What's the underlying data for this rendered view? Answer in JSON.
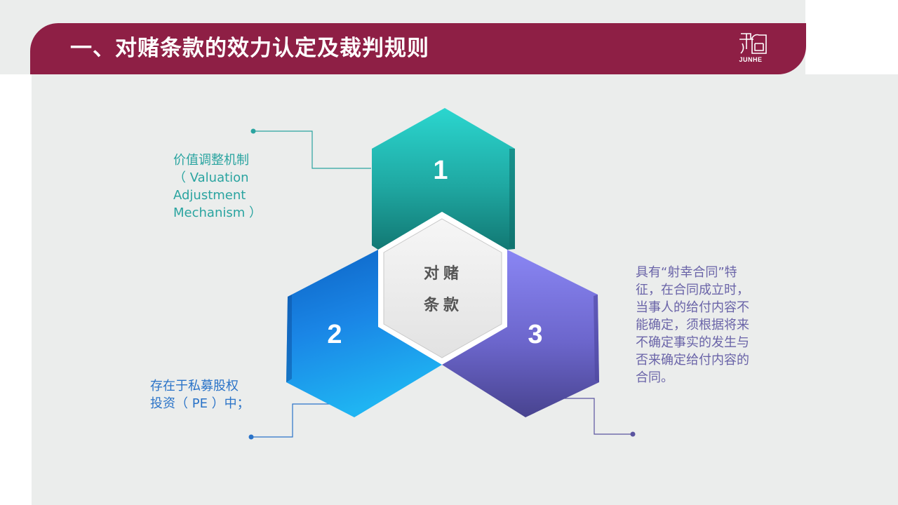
{
  "header": {
    "title": "一、对赌条款的效力认定及裁判规则",
    "logo_text": "JUNHE"
  },
  "diagram": {
    "center": [
      "对赌",
      "条款"
    ],
    "segments": [
      {
        "number": "1",
        "color": "#27c4be",
        "label_lines": [
          "价值调整机制",
          "（ Valuation",
          "Adjustment",
          "Mechanism ）"
        ]
      },
      {
        "number": "2",
        "color": "#1a7fe0",
        "label_lines": [
          "存在于私募股权",
          "投资（ PE ）中；"
        ]
      },
      {
        "number": "3",
        "color": "#7c78e0",
        "label_lines": [
          "具有“射幸合同”特",
          "征，在合同成立时，",
          "当事人的给付内容不",
          "能确定，须根据将来",
          "不确定事实的发生与",
          "否来确定给付内容的",
          "合同。"
        ]
      }
    ]
  },
  "colors": {
    "banner": "#8e1f45",
    "background": "#ebedec"
  }
}
